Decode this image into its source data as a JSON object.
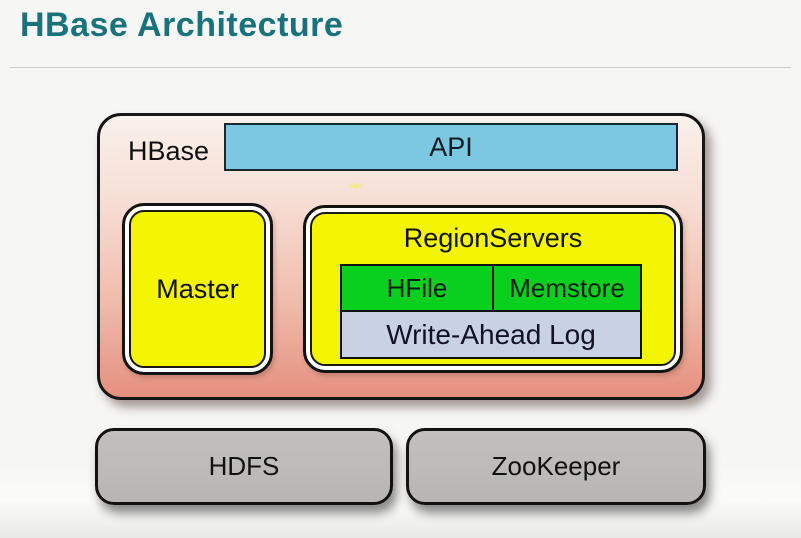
{
  "header": {
    "title": "HBase Architecture"
  },
  "diagram": {
    "hbase_label": "HBase",
    "api_label": "API",
    "master_label": "Master",
    "regionservers_label": "RegionServers",
    "hfile_label": "HFile",
    "memstore_label": "Memstore",
    "wal_label": "Write-Ahead Log",
    "hdfs_label": "HDFS",
    "zookeeper_label": "ZooKeeper"
  },
  "colors": {
    "title_teal": "#1a737c",
    "container_gradient_top": "#faf1ec",
    "container_gradient_bottom": "#e5907e",
    "api_blue": "#7cc7e1",
    "box_yellow": "#f3f600",
    "cell_green": "#09d01e",
    "wal_lavender": "#c9d2e4",
    "infra_gray": "#b9b8b6",
    "border_black": "#131313",
    "divider_gray": "#cbcbcb"
  }
}
